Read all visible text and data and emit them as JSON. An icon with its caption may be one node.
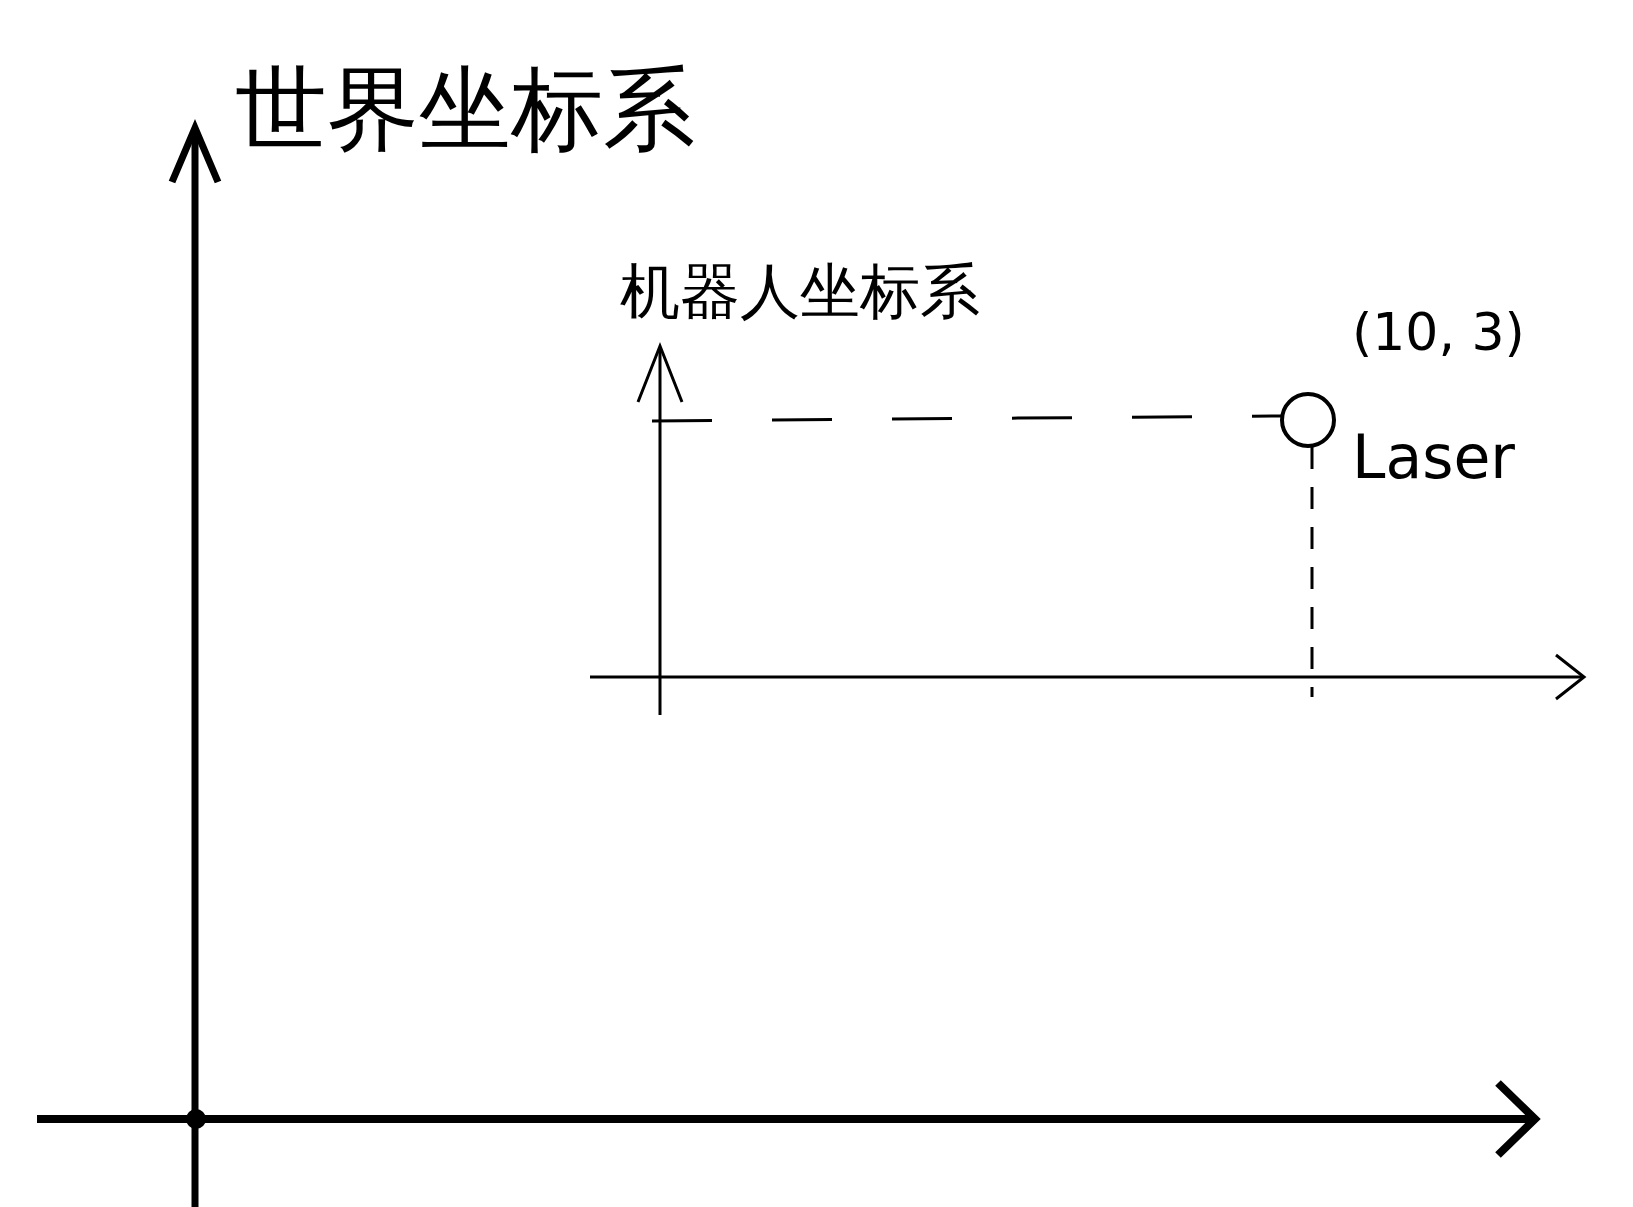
{
  "diagram": {
    "nodes": [
      {
        "text": [],
        "shape": "circle",
        "beside": [
          "(10, 3)",
          "Laser"
        ]
      }
    ],
    "labels": [
      "世界坐标系",
      "机器人坐标系"
    ]
  }
}
